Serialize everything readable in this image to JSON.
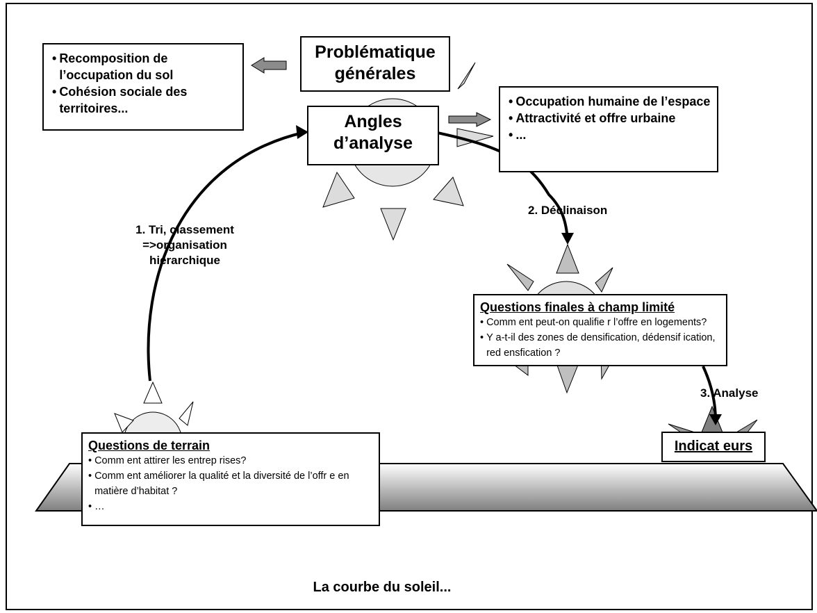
{
  "title_box": {
    "line1": "Problématique",
    "line2": "générales"
  },
  "angles_box": {
    "line1": "Angles",
    "line2": "d’analyse"
  },
  "left_list": {
    "items": [
      {
        "bullet": "•",
        "text": "Recomposition de l’occupation du sol"
      },
      {
        "bullet": "•",
        "text": "Cohésion sociale des territoires..."
      }
    ]
  },
  "right_list": {
    "items": [
      {
        "bullet": "•",
        "text": "Occupation humaine de l’espace"
      },
      {
        "bullet": "•",
        "text": "Attractivité et offre urbaine"
      },
      {
        "bullet": "•",
        "text": "..."
      }
    ]
  },
  "final_questions": {
    "title": "Questions finales à champ limité",
    "items": [
      {
        "bullet": "•",
        "text": "Comm ent peut-on qualifie r l’offre en logements?"
      },
      {
        "bullet": "•",
        "text": "Y a-t-il des zones de densification, dédensif ication, red ensfication ?"
      }
    ]
  },
  "field_questions": {
    "title": "Questions de terrain",
    "items": [
      {
        "bullet": "•",
        "text": "Comm ent attirer les entrep rises?"
      },
      {
        "bullet": "•",
        "text": "Comm ent améliorer la qualité et la diversité de l’offr e en matière d’habitat ?"
      },
      {
        "bullet": "•",
        "text": "…"
      }
    ]
  },
  "indicators": {
    "label": "Indicat eurs"
  },
  "steps": {
    "step1_line1": "1. Tri, classement",
    "step1_line2": "=>organisation",
    "step1_line3": "hiérarchique",
    "step2": "2. Déclinaison",
    "step3": "3. Analyse"
  },
  "caption": "La courbe du soleil...",
  "colors": {
    "sun_fill": "#e6e6e6",
    "ray_light": "#e0e0e0",
    "ray_dark": "#b3b3b3",
    "ray_darkest": "#808080",
    "arrow_grey": "#8c8c8c",
    "ground_top": "#ffffff",
    "ground_bottom": "#808080"
  }
}
